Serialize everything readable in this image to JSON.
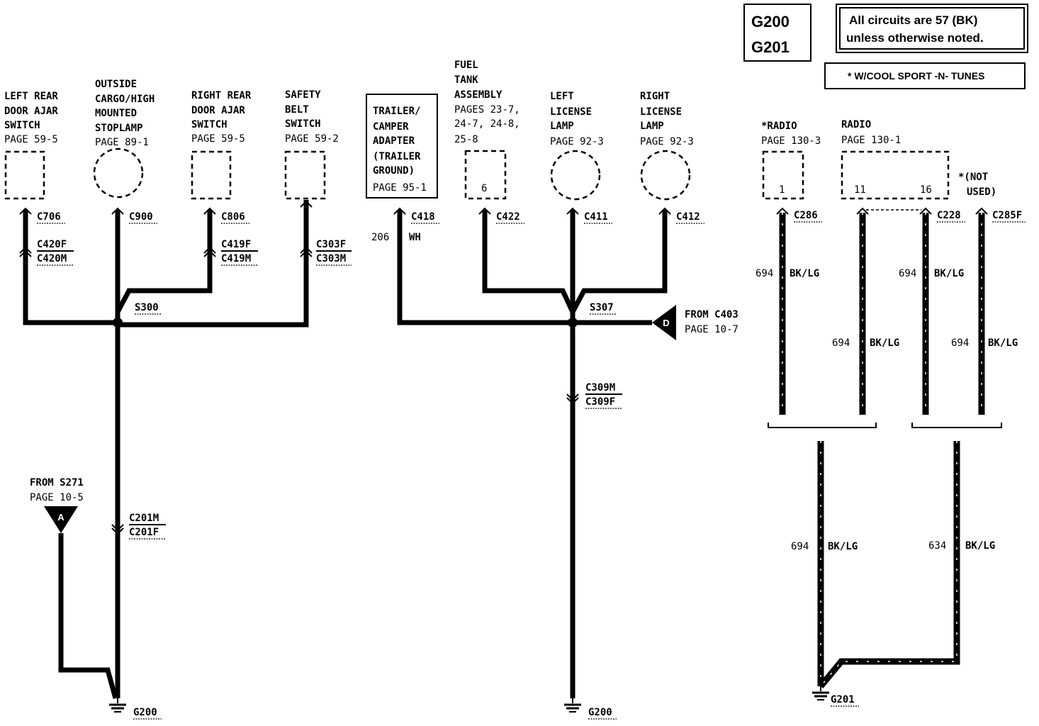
{
  "ground_ids": {
    "g200": "G200",
    "g201": "G201"
  },
  "notes": {
    "circuit_note_line1": "All circuits are 57 (BK)",
    "circuit_note_line2": "unless otherwise noted.",
    "option_note": "* W/COOL SPORT -N- TUNES"
  },
  "components": {
    "left_rear_door": {
      "line1": "LEFT REAR",
      "line2": "DOOR AJAR",
      "line3": "SWITCH",
      "page": "PAGE 59-5"
    },
    "stoplamp": {
      "line1": "OUTSIDE",
      "line2": "CARGO/HIGH",
      "line3": "MOUNTED",
      "line4": "STOPLAMP",
      "page": "PAGE 89-1"
    },
    "right_rear_door": {
      "line1": "RIGHT REAR",
      "line2": "DOOR AJAR",
      "line3": "SWITCH",
      "page": "PAGE 59-5"
    },
    "safety_belt": {
      "line1": "SAFETY",
      "line2": "BELT",
      "line3": "SWITCH",
      "page": "PAGE 59-2"
    },
    "trailer": {
      "line1": "TRAILER/",
      "line2": "CAMPER",
      "line3": "ADAPTER",
      "line4": "(TRAILER",
      "line5": "GROUND)",
      "page": "PAGE 95-1"
    },
    "fuel_tank": {
      "line1": "FUEL",
      "line2": "TANK",
      "line3": "ASSEMBLY",
      "line4": "PAGES  23-7,",
      "line5": "24-7, 24-8,",
      "line6": "25-8",
      "pin": "6"
    },
    "left_license": {
      "line1": "LEFT",
      "line2": "LICENSE",
      "line3": "LAMP",
      "page": "PAGE 92-3"
    },
    "right_license": {
      "line1": "RIGHT",
      "line2": "LICENSE",
      "line3": "LAMP",
      "page": "PAGE 92-3"
    },
    "radio_opt": {
      "line1": "*RADIO",
      "page": "PAGE 130-3",
      "pin": "1"
    },
    "radio": {
      "line1": "RADIO",
      "page": "PAGE 130-1",
      "pin1": "11",
      "pin2": "16"
    },
    "not_used": {
      "line1": "*(NOT",
      "line2": "USED)"
    }
  },
  "connectors": {
    "c706": "C706",
    "c900": "C900",
    "c806": "C806",
    "c420f": "C420F",
    "c420m": "C420M",
    "c419f": "C419F",
    "c419m": "C419M",
    "c303f": "C303F",
    "c303m": "C303M",
    "c418": "C418",
    "c422": "C422",
    "c411": "C411",
    "c412": "C412",
    "c309m": "C309M",
    "c309f": "C309F",
    "c201m": "C201M",
    "c201f": "C201F",
    "c286": "C286",
    "c228": "C228",
    "c285f": "C285F"
  },
  "splices": {
    "s300": "S300",
    "s307": "S307"
  },
  "wires": {
    "trailer_circuit": "206",
    "trailer_color": "WH",
    "radio_circuit": "694",
    "radio_circuit_alt": "634",
    "radio_color": "BK/LG"
  },
  "references": {
    "from_s271": "FROM S271",
    "from_s271_page": "PAGE 10-5",
    "marker_a": "A",
    "from_c403": "FROM C403",
    "from_c403_page": "PAGE 10-7",
    "marker_d": "D"
  }
}
